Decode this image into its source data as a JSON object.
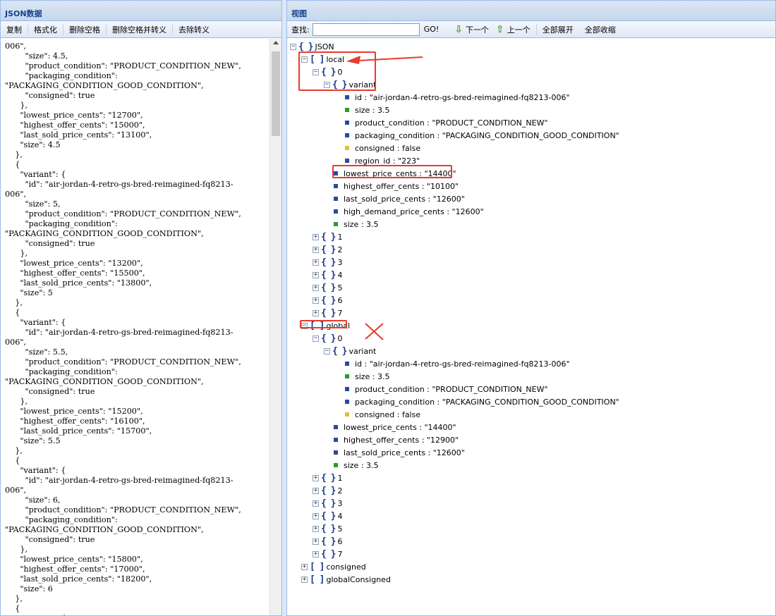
{
  "left": {
    "title": "JSON数据",
    "toolbar": [
      "复制",
      "格式化",
      "删除空格",
      "删除空格并转义",
      "去除转义"
    ],
    "text": "006\",\n        \"size\": 4.5,\n        \"product_condition\": \"PRODUCT_CONDITION_NEW\",\n        \"packaging_condition\":\n\"PACKAGING_CONDITION_GOOD_CONDITION\",\n        \"consigned\": true\n      },\n      \"lowest_price_cents\": \"12700\",\n      \"highest_offer_cents\": \"15000\",\n      \"last_sold_price_cents\": \"13100\",\n      \"size\": 4.5\n    },\n    {\n      \"variant\": {\n        \"id\": \"air-jordan-4-retro-gs-bred-reimagined-fq8213-\n006\",\n        \"size\": 5,\n        \"product_condition\": \"PRODUCT_CONDITION_NEW\",\n        \"packaging_condition\":\n\"PACKAGING_CONDITION_GOOD_CONDITION\",\n        \"consigned\": true\n      },\n      \"lowest_price_cents\": \"13200\",\n      \"highest_offer_cents\": \"15500\",\n      \"last_sold_price_cents\": \"13800\",\n      \"size\": 5\n    },\n    {\n      \"variant\": {\n        \"id\": \"air-jordan-4-retro-gs-bred-reimagined-fq8213-\n006\",\n        \"size\": 5.5,\n        \"product_condition\": \"PRODUCT_CONDITION_NEW\",\n        \"packaging_condition\":\n\"PACKAGING_CONDITION_GOOD_CONDITION\",\n        \"consigned\": true\n      },\n      \"lowest_price_cents\": \"15200\",\n      \"highest_offer_cents\": \"16100\",\n      \"last_sold_price_cents\": \"15700\",\n      \"size\": 5.5\n    },\n    {\n      \"variant\": {\n        \"id\": \"air-jordan-4-retro-gs-bred-reimagined-fq8213-\n006\",\n        \"size\": 6,\n        \"product_condition\": \"PRODUCT_CONDITION_NEW\",\n        \"packaging_condition\":\n\"PACKAGING_CONDITION_GOOD_CONDITION\",\n        \"consigned\": true\n      },\n      \"lowest_price_cents\": \"15800\",\n      \"highest_offer_cents\": \"17000\",\n      \"last_sold_price_cents\": \"18200\",\n      \"size\": 6\n    },\n    {\n      \"variant\": {"
  },
  "right": {
    "title": "视图",
    "find_label": "查找:",
    "find_value": "",
    "go": "GO!",
    "next": "下一个",
    "prev": "上一个",
    "expand_all": "全部展开",
    "collapse_all": "全部收缩"
  },
  "tree": [
    {
      "level": 0,
      "exp": "−",
      "icon": "obj",
      "label": "JSON"
    },
    {
      "level": 1,
      "exp": "−",
      "icon": "arr",
      "label": "local"
    },
    {
      "level": 2,
      "exp": "−",
      "icon": "obj",
      "label": "0"
    },
    {
      "level": 3,
      "exp": "−",
      "icon": "obj",
      "label": "variant"
    },
    {
      "level": 4,
      "icon": "blue",
      "label": "id : \"air-jordan-4-retro-gs-bred-reimagined-fq8213-006\""
    },
    {
      "level": 4,
      "icon": "green",
      "label": "size : 3.5"
    },
    {
      "level": 4,
      "icon": "blue",
      "label": "product_condition : \"PRODUCT_CONDITION_NEW\""
    },
    {
      "level": 4,
      "icon": "blue",
      "label": "packaging_condition : \"PACKAGING_CONDITION_GOOD_CONDITION\""
    },
    {
      "level": 4,
      "icon": "yellow",
      "label": "consigned : false"
    },
    {
      "level": 4,
      "icon": "blue",
      "label": "region_id : \"223\""
    },
    {
      "level": 3,
      "icon": "blue",
      "label": "lowest_price_cents : \"14400\""
    },
    {
      "level": 3,
      "icon": "blue",
      "label": "highest_offer_cents : \"10100\""
    },
    {
      "level": 3,
      "icon": "blue",
      "label": "last_sold_price_cents : \"12600\""
    },
    {
      "level": 3,
      "icon": "blue",
      "label": "high_demand_price_cents : \"12600\""
    },
    {
      "level": 3,
      "icon": "green",
      "label": "size : 3.5"
    },
    {
      "level": 2,
      "exp": "+",
      "icon": "obj",
      "label": "1"
    },
    {
      "level": 2,
      "exp": "+",
      "icon": "obj",
      "label": "2"
    },
    {
      "level": 2,
      "exp": "+",
      "icon": "obj",
      "label": "3"
    },
    {
      "level": 2,
      "exp": "+",
      "icon": "obj",
      "label": "4"
    },
    {
      "level": 2,
      "exp": "+",
      "icon": "obj",
      "label": "5"
    },
    {
      "level": 2,
      "exp": "+",
      "icon": "obj",
      "label": "6"
    },
    {
      "level": 2,
      "exp": "+",
      "icon": "obj",
      "label": "7"
    },
    {
      "level": 1,
      "exp": "−",
      "icon": "arr",
      "label": "global"
    },
    {
      "level": 2,
      "exp": "−",
      "icon": "obj",
      "label": "0"
    },
    {
      "level": 3,
      "exp": "−",
      "icon": "obj",
      "label": "variant"
    },
    {
      "level": 4,
      "icon": "blue",
      "label": "id : \"air-jordan-4-retro-gs-bred-reimagined-fq8213-006\""
    },
    {
      "level": 4,
      "icon": "green",
      "label": "size : 3.5"
    },
    {
      "level": 4,
      "icon": "blue",
      "label": "product_condition : \"PRODUCT_CONDITION_NEW\""
    },
    {
      "level": 4,
      "icon": "blue",
      "label": "packaging_condition : \"PACKAGING_CONDITION_GOOD_CONDITION\""
    },
    {
      "level": 4,
      "icon": "yellow",
      "label": "consigned : false"
    },
    {
      "level": 3,
      "icon": "blue",
      "label": "lowest_price_cents : \"14400\""
    },
    {
      "level": 3,
      "icon": "blue",
      "label": "highest_offer_cents : \"12900\""
    },
    {
      "level": 3,
      "icon": "blue",
      "label": "last_sold_price_cents : \"12600\""
    },
    {
      "level": 3,
      "icon": "green",
      "label": "size : 3.5"
    },
    {
      "level": 2,
      "exp": "+",
      "icon": "obj",
      "label": "1"
    },
    {
      "level": 2,
      "exp": "+",
      "icon": "obj",
      "label": "2"
    },
    {
      "level": 2,
      "exp": "+",
      "icon": "obj",
      "label": "3"
    },
    {
      "level": 2,
      "exp": "+",
      "icon": "obj",
      "label": "4"
    },
    {
      "level": 2,
      "exp": "+",
      "icon": "obj",
      "label": "5"
    },
    {
      "level": 2,
      "exp": "+",
      "icon": "obj",
      "label": "6"
    },
    {
      "level": 2,
      "exp": "+",
      "icon": "obj",
      "label": "7"
    },
    {
      "level": 1,
      "exp": "+",
      "icon": "arr",
      "label": "consigned"
    },
    {
      "level": 1,
      "exp": "+",
      "icon": "arr",
      "label": "globalConsigned"
    }
  ],
  "colors": {
    "header_text": "#15428b",
    "annotation_red": "#e83a2f",
    "leaf_string": "#2a4b9b",
    "leaf_number": "#2b9a2b",
    "leaf_boolean": "#d8c43a"
  }
}
